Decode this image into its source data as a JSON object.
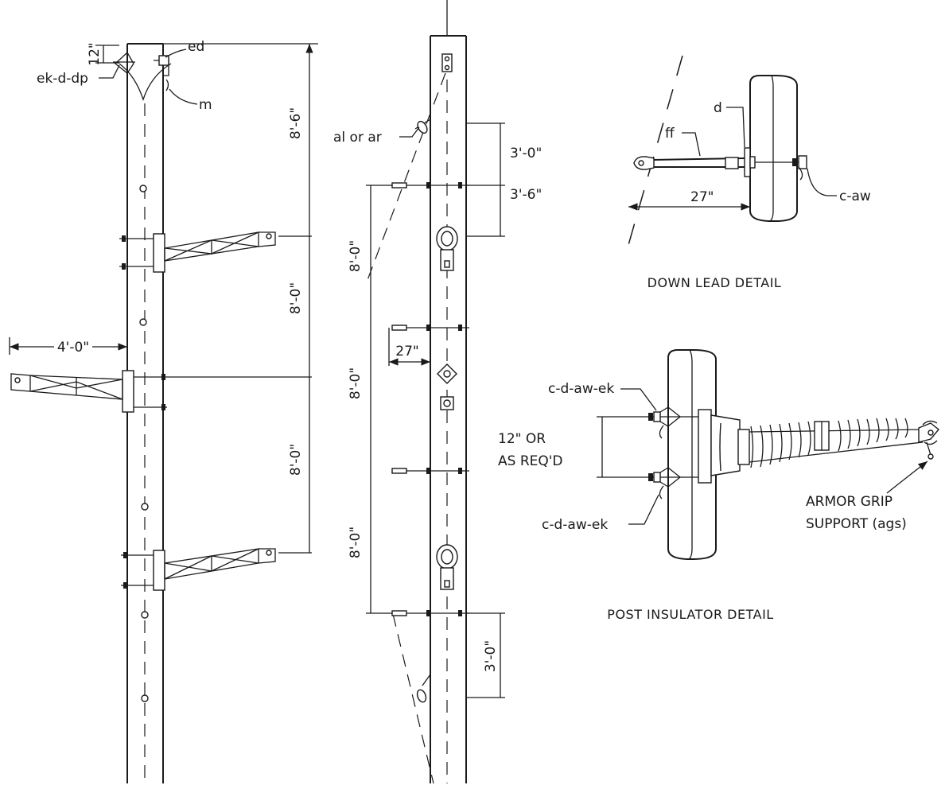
{
  "view1": {
    "dim_top": "12\"",
    "callout_ed": "ed",
    "callout_ek_d_dp": "ek-d-dp",
    "callout_m": "m",
    "dim_8_6": "8'-6\"",
    "dim_8_0_a": "8'-0\"",
    "dim_8_0_b": "8'-0\"",
    "dim_4_0": "4'-0\""
  },
  "view2": {
    "callout_al_ar": "al or ar",
    "dim_3_0_top": "3'-0\"",
    "dim_3_6": "3'-6\"",
    "dim_8_0_a": "8'-0\"",
    "dim_8_0_b": "8'-0\"",
    "dim_8_0_c": "8'-0\"",
    "dim_27": "27\"",
    "dim_3_0_bottom": "3'-0\""
  },
  "down_lead_detail": {
    "title": "DOWN LEAD DETAIL",
    "callout_d": "d",
    "callout_ff": "ff",
    "dim_27": "27\"",
    "callout_c_aw": "c-aw"
  },
  "post_insulator_detail": {
    "title": "POST INSULATOR DETAIL",
    "callout_c_d_aw_ek_top": "c-d-aw-ek",
    "callout_c_d_aw_ek_bottom": "c-d-aw-ek",
    "spacing_line1": "12\" OR",
    "spacing_line2": "AS REQ'D",
    "armor_line1": "ARMOR GRIP",
    "armor_line2": "SUPPORT (ags)"
  }
}
